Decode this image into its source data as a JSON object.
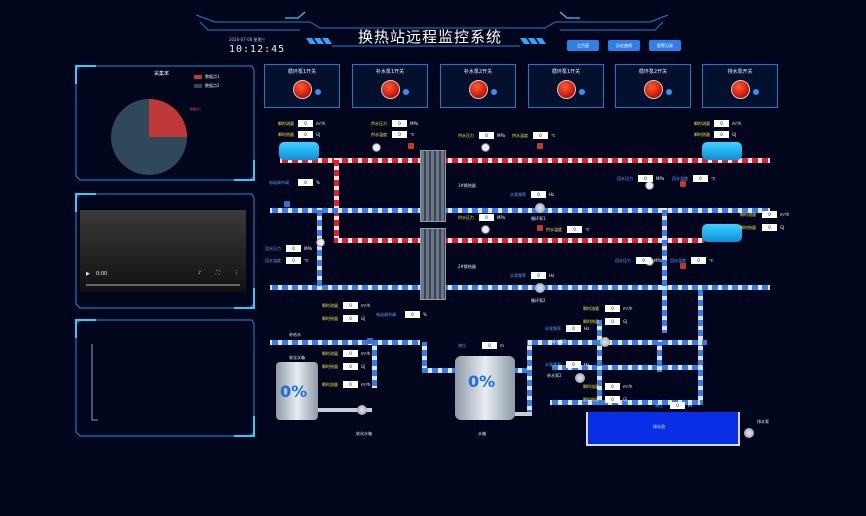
{
  "header": {
    "title": "换热站远程监控系统",
    "date": "2020-07-08 星期三",
    "clock": "10:12:45",
    "buttons": [
      "主页面",
      "历史曲线",
      "报警记录"
    ]
  },
  "left": {
    "pie": {
      "title": "采集率",
      "legend": [
        "数据点1",
        "数据点2"
      ],
      "slice_label": "数据点1",
      "colors": {
        "point1": "#c0393a",
        "point2": "#30495a"
      },
      "values": [
        30,
        70
      ]
    },
    "video": {
      "time": "0:00"
    }
  },
  "switches": [
    "循环泵1开关",
    "补水泵1开关",
    "补水泵2开关",
    "循环泵1开关",
    "循环泵2开关",
    "排水泵开关"
  ],
  "labels": {
    "flow1": "瞬时流量",
    "heat1": "瞬时热量",
    "supply_pressure": "供水压力",
    "supply_temp": "供水温度",
    "supply_pressure2": "供水压力",
    "supply_temp2": "供水温度",
    "valve1": "电动调节阀",
    "hx1": "1#换热器",
    "hx2": "2#换热器",
    "return_pressure": "回水压力",
    "return_temp": "回水温度",
    "return_pressure_r": "回水压力",
    "return_temp_r": "回水温度",
    "pump_freq1": "水泵频率",
    "pump_freq2": "水泵频率",
    "circ_pump1": "循环泵1",
    "circ_pump2": "循环泵2",
    "flow_r1": "瞬时流量",
    "heat_r1": "瞬时热量",
    "flow_r2": "瞬时流量",
    "heat_r2": "瞬时热量",
    "return_pressure_l": "回水压力",
    "return_temp_l": "回水温度",
    "flow_m": "瞬时流量",
    "heat_m": "瞬时热量",
    "valve2": "电动调节阀",
    "fill_water": "补给水",
    "flow_t1": "瞬时流量",
    "heat_t1": "瞬时热量",
    "flow_t2": "瞬时流量",
    "heat_t2": "瞬时热量",
    "tank_level": "液位",
    "pump_freq_r1": "水泵频率",
    "makeup_pump1": "补水泵1",
    "flow_r3": "瞬时流量",
    "heat_r3": "瞬时热量",
    "pump_freq_r2": "水泵频率",
    "makeup_pump2": "补水泵2",
    "flow_r4": "瞬时流量",
    "heat_r4": "瞬时热量",
    "level2": "液位",
    "softener": "软化水箱",
    "water_tank": "水箱",
    "drain_tank": "排水池",
    "drain_pump": "排水泵"
  },
  "values": {
    "zero": "0"
  },
  "units": {
    "flow": "m³/h",
    "heat": "GJ",
    "mpa": "MPa",
    "c": "℃",
    "pct": "%",
    "hz": "Hz",
    "m": "m"
  },
  "tanks": {
    "left_level": "0%",
    "right_level": "0%"
  }
}
